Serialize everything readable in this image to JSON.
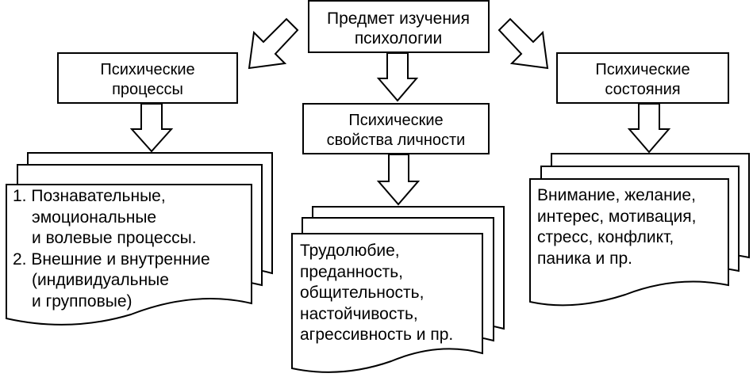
{
  "top": {
    "lines": [
      "Предмет изучения",
      "психологии"
    ]
  },
  "branches": [
    {
      "id": "processes",
      "heading": [
        "Психические",
        "процессы"
      ],
      "items": [
        "1. Познавательные,",
        "эмоциональные",
        "и волевые процессы.",
        "2. Внешние и внутренние",
        "(индивидуальные",
        "и групповые)"
      ]
    },
    {
      "id": "personality",
      "heading": [
        "Психические",
        "свойства личности"
      ],
      "items": [
        "Трудолюбие,",
        "преданность,",
        "общительность,",
        "настойчивость,",
        "агрессивность и пр."
      ]
    },
    {
      "id": "states",
      "heading": [
        "Психические",
        "состояния"
      ],
      "items": [
        "Внимание, желание,",
        "интерес, мотивация,",
        "стресс, конфликт,",
        "паника и пр."
      ]
    }
  ]
}
